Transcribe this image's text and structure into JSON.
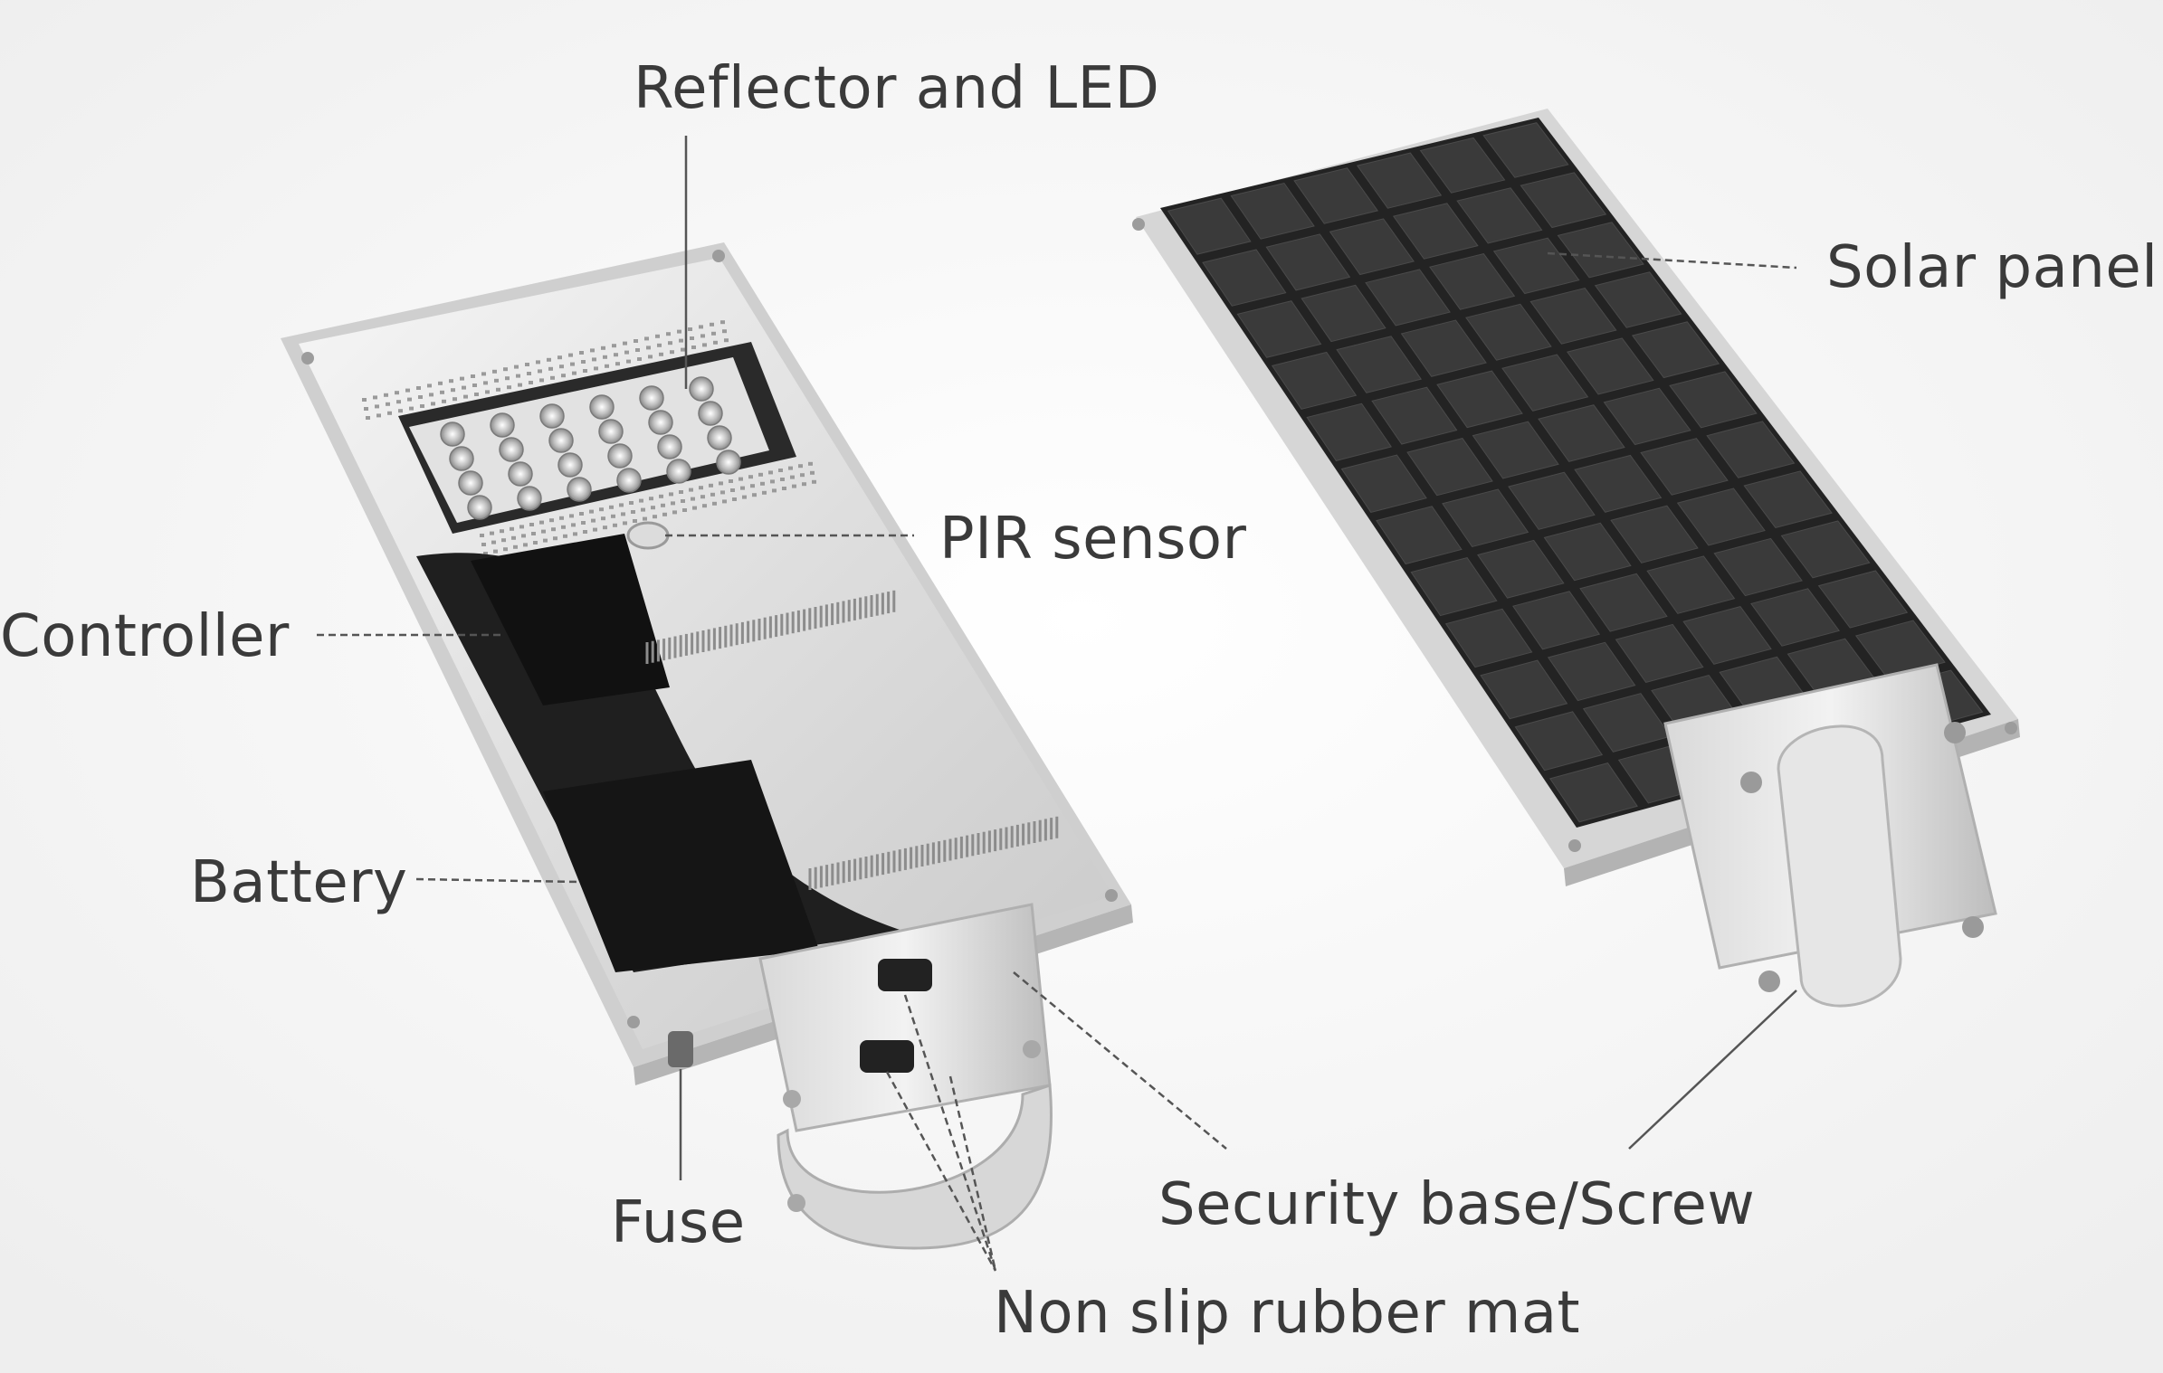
{
  "labels": {
    "reflector_led": "Reflector and LED",
    "solar_panel": "Solar panel",
    "pir_sensor": "PIR sensor",
    "controller": "Controller",
    "battery": "Battery",
    "fuse": "Fuse",
    "security_base_screw": "Security base/Screw",
    "non_slip_rubber_mat": "Non slip rubber mat"
  },
  "colors": {
    "housing": "#e8e8e8",
    "solar_cell": "#2b2b2b",
    "internal_compartment": "#1e1e1e",
    "label_text": "#3a3a3a",
    "leader_line": "#555555"
  }
}
